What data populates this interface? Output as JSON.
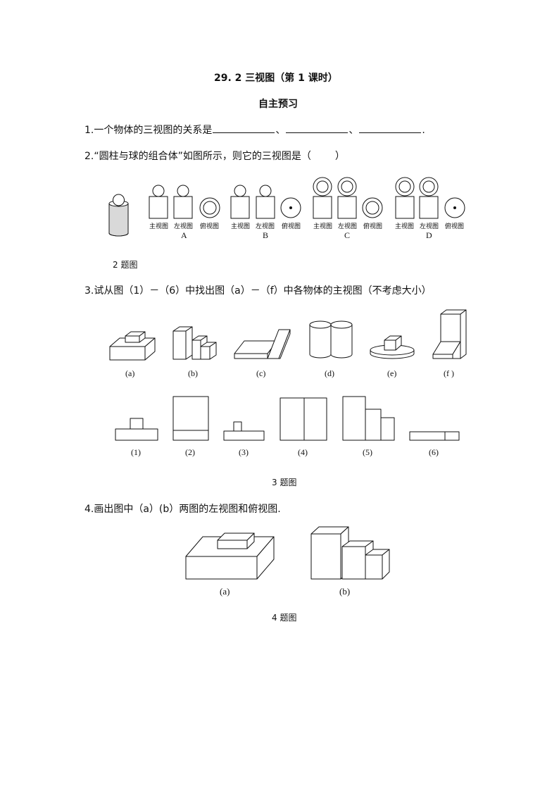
{
  "header": {
    "title": "29. 2  三视图（第 1 课时）",
    "section": "自主预习"
  },
  "q1": {
    "text": "1.一个物体的三视图的关系是",
    "sep1": "、",
    "sep2": "、",
    "end": "."
  },
  "q2": {
    "text": "2.“圆柱与球的组合体”如图所示，则它的三视图是（",
    "close": "）",
    "view_labels": [
      "主视图",
      "左视图",
      "俯视图"
    ],
    "options": [
      "A",
      "B",
      "C",
      "D"
    ],
    "caption": "2 题图"
  },
  "q3": {
    "text": "3.试从图（1）－（6）中找出图（a）－（f）中各物体的主视图（不考虑大小）",
    "solids": [
      "(a)",
      "(b)",
      "(c)",
      "(d)",
      "(e)",
      "(f )"
    ],
    "views": [
      "(1)",
      "(2)",
      "(3)",
      "(4)",
      "(5)",
      "(6)"
    ],
    "caption": "3 题图"
  },
  "q4": {
    "text": "4.画出图中（a）(b）两图的左视图和俯视图.",
    "labels": [
      "(a)",
      "(b)"
    ],
    "caption": "4 题图"
  }
}
